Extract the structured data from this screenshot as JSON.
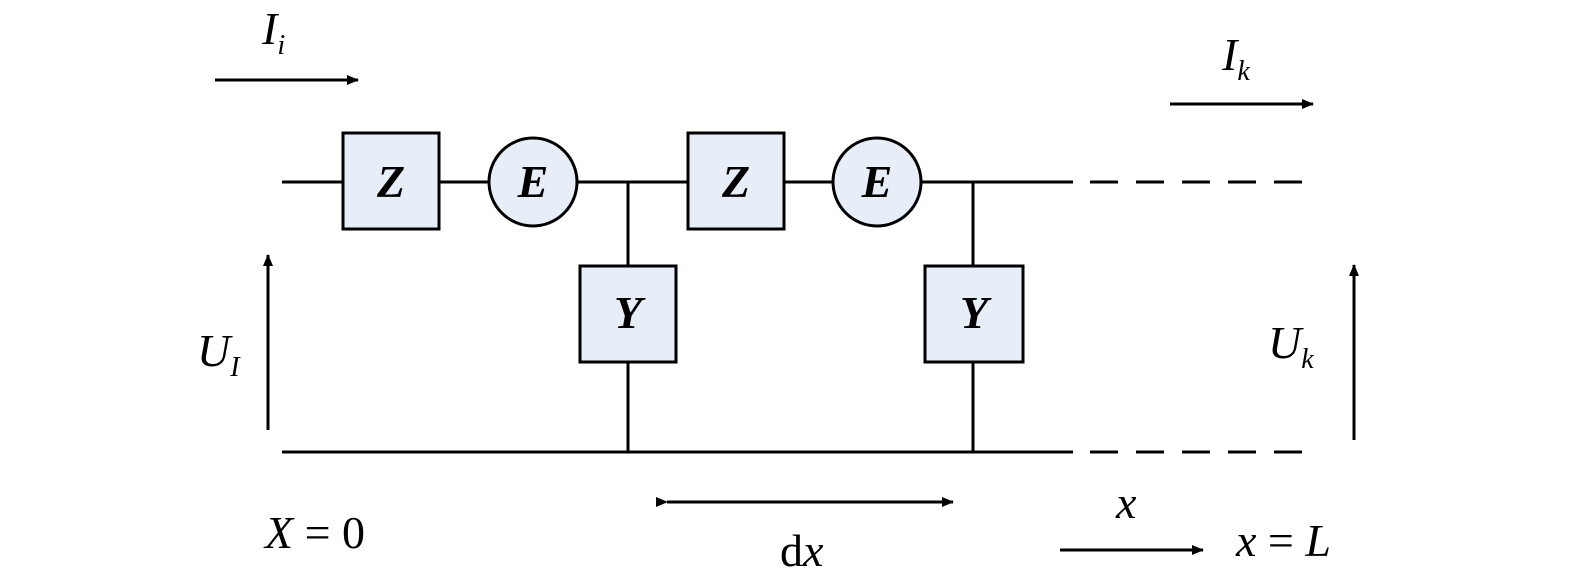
{
  "labels": {
    "current_in": {
      "main": "I",
      "sub": "i"
    },
    "current_out": {
      "main": "I",
      "sub": "k"
    },
    "voltage_in": {
      "main": "U",
      "sub": "I"
    },
    "voltage_out": {
      "main": "U",
      "sub": "k"
    },
    "start_pos": {
      "var": "X",
      "rest": " = 0"
    },
    "end_pos": {
      "var": "x",
      "eq": " = ",
      "val": "L"
    },
    "x_axis": "x",
    "dx": {
      "d": "d",
      "x": "x"
    }
  },
  "elements": {
    "impedance": "Z",
    "emf": "E",
    "admittance": "Y"
  },
  "colors": {
    "element_fill": "#e8eef8",
    "stroke": "#000000"
  }
}
